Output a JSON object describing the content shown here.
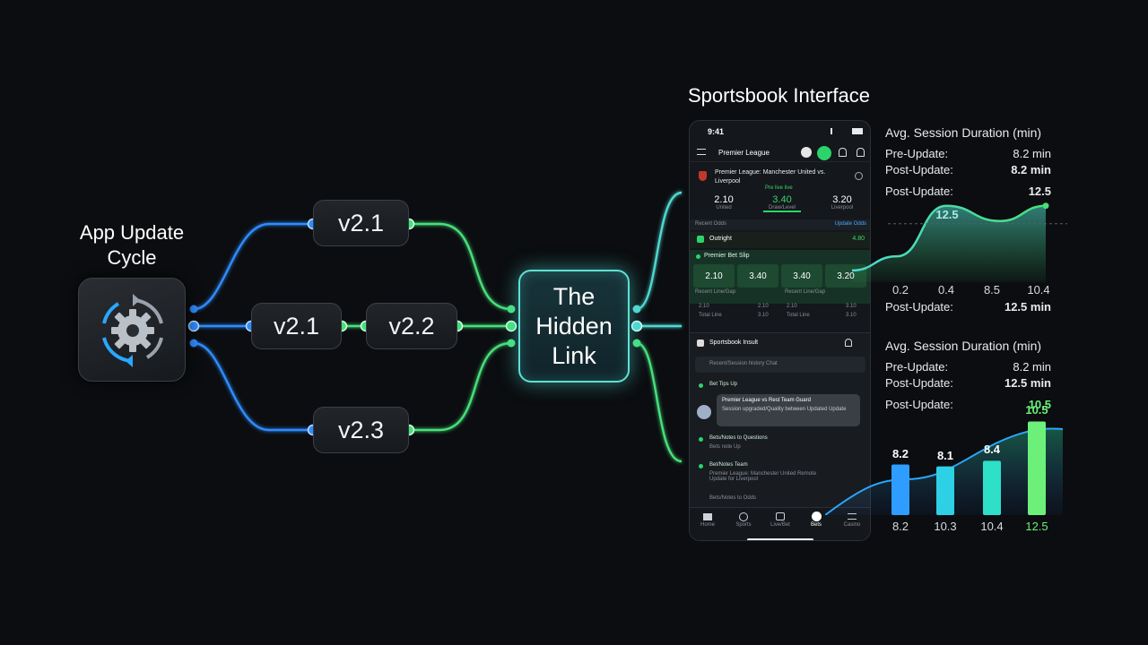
{
  "diagram": {
    "cycle_title": "App Update Cycle",
    "hub_label": "The Hidden Link",
    "nodes": [
      {
        "label": "v2.1"
      },
      {
        "label": "v2.1"
      },
      {
        "label": "v2.2"
      },
      {
        "label": "v2.3"
      }
    ],
    "colors": {
      "blue": "#2f8cff",
      "green": "#46e07a",
      "teal": "#4fd8d0"
    }
  },
  "panel": {
    "title": "Sportsbook Interface"
  },
  "phone": {
    "time": "9:41",
    "league": "Premier League",
    "match": "Premier League: Manchester United vs. Liverpool",
    "live_tag": "Pre live live",
    "odds_top": [
      {
        "value": "2.10",
        "label": "United"
      },
      {
        "value": "3.40",
        "label": "Draw/Level"
      },
      {
        "value": "3.20",
        "label": "Liverpool"
      }
    ],
    "market_row": {
      "left": "Recent Odds",
      "right": "Update Odds"
    },
    "bet_row": {
      "label": "Outright",
      "value": "4.80"
    },
    "slip_label": "Premier Bet Slip",
    "odds_boxes": [
      "2.10",
      "3.40",
      "3.40",
      "3.20"
    ],
    "line_a_title": "Recent Line/Gap",
    "line_b_title": "Recent Line/Gap",
    "line_a": [
      {
        "name": "2.10",
        "val": "2.10"
      },
      {
        "name": "Total Line",
        "val": "3.10"
      }
    ],
    "line_b": [
      {
        "name": "2.10",
        "val": "3.10"
      },
      {
        "name": "Total Line",
        "val": "3.10"
      }
    ],
    "chat_header": "Sportsbook Insult",
    "chat_search": "Recent/Session history Chat",
    "feed": [
      {
        "title": "Bet Tips Up"
      },
      {
        "title": "Premier League vs Rest Team Guard",
        "body": "Session upgraded/Quality between Updated Update"
      },
      {
        "title": "Bets/Notes to Questions",
        "body": "Bets note Up"
      },
      {
        "title": "Bet/Notes Team",
        "body": "Premier League: Manchester United Remote Update for Liverpool"
      },
      {
        "title": "Bets/Notes to Odds"
      }
    ],
    "nav": [
      "Home",
      "Sports",
      "Live/Bet",
      "Bets",
      "Casino"
    ]
  },
  "stats": {
    "top": {
      "title": "Avg. Session Duration (min)",
      "pre_label": "Pre-Update:",
      "pre_value": "8.2 min",
      "post_label": "Post-Update:",
      "post_value": "8.2 min",
      "post2_label": "Post-Update:",
      "post2_value": "12.5",
      "peak_label": "12.5",
      "footer_label": "Post-Update:",
      "footer_value": "12.5 min"
    },
    "bottom": {
      "title": "Avg. Session Duration (min)",
      "pre_label": "Pre-Update:",
      "pre_value": "8.2 min",
      "post_label": "Post-Update:",
      "post_value": "12.5 min",
      "post2_label": "Post-Update:",
      "post2_value": "10.5"
    }
  },
  "chart_data": [
    {
      "type": "area",
      "x": [
        "0.2",
        "0.4",
        "8.5",
        "10.4"
      ],
      "values": [
        8.2,
        12.5,
        11.2,
        12.5
      ],
      "xlabel": "",
      "ylabel": "",
      "colors": [
        "#4fd8d0",
        "#46e07a"
      ]
    },
    {
      "type": "bar",
      "categories": [
        "8.2",
        "10.3",
        "10.4",
        "12.5"
      ],
      "values": [
        8.2,
        8.1,
        8.4,
        10.5
      ],
      "xlabel": "",
      "ylabel": "",
      "colors": [
        "#2f9cff",
        "#2ed0e6",
        "#2ee0c8",
        "#6cf07a"
      ]
    }
  ]
}
